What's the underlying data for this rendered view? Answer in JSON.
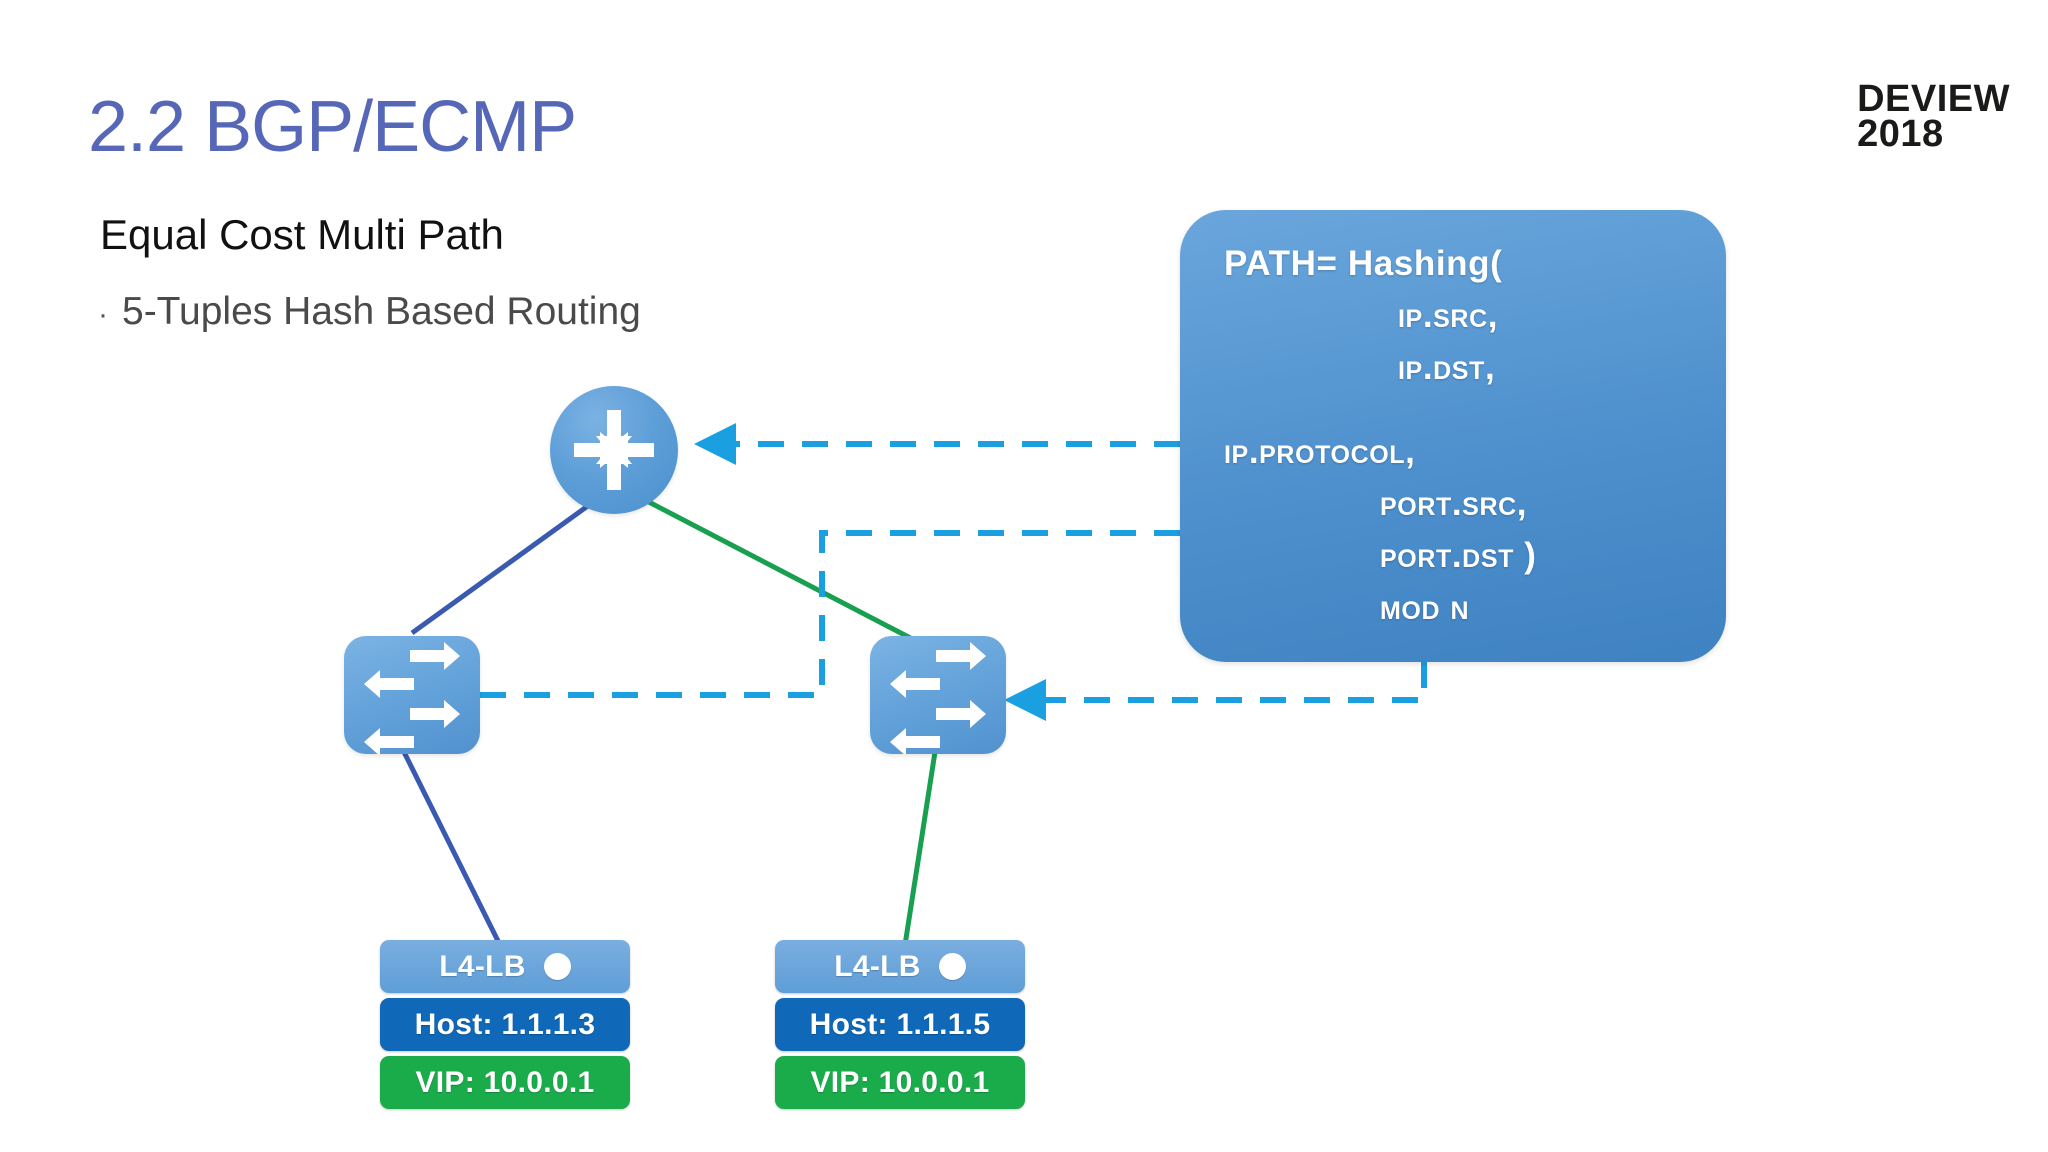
{
  "header": {
    "title": "2.2 BGP/ECMP",
    "logo_line1": "DEVIEW",
    "logo_line2": "2018",
    "title_color": "#5667b8"
  },
  "content": {
    "subtitle": "Equal Cost Multi Path",
    "bullet_marker": "·",
    "bullet_text": "5-Tuples Hash Based Routing"
  },
  "formula_box": {
    "lines": [
      "PATH= Hashing(",
      "IP.Src,",
      "IP.Dst,",
      "IP.Protocol,",
      "Port.Src,",
      "Port.Dst )",
      "Mod N"
    ],
    "bg_color": "#4e90cd",
    "text_color": "#ffffff"
  },
  "topology": {
    "router": {
      "label": "router",
      "icon": "four-way-arrows-icon"
    },
    "switches": [
      {
        "label": "switch-left",
        "icon": "switch-arrows-icon"
      },
      {
        "label": "switch-right",
        "icon": "switch-arrows-icon"
      }
    ],
    "load_balancers": [
      {
        "name": "L4-LB",
        "host_label": "Host: 1.1.1.3",
        "vip_label": "VIP: 10.0.0.1",
        "head_color": "#5e9ed7",
        "host_color": "#0f68b8",
        "vip_color": "#1aab4a"
      },
      {
        "name": "L4-LB",
        "host_label": "Host: 1.1.1.5",
        "vip_label": "VIP: 10.0.0.1",
        "head_color": "#5e9ed7",
        "host_color": "#0f68b8",
        "vip_color": "#1aab4a"
      }
    ],
    "link_colors": {
      "path_blue": "#3a59b0",
      "path_green": "#18a050",
      "hash_dashed": "#1a9fe0"
    }
  }
}
